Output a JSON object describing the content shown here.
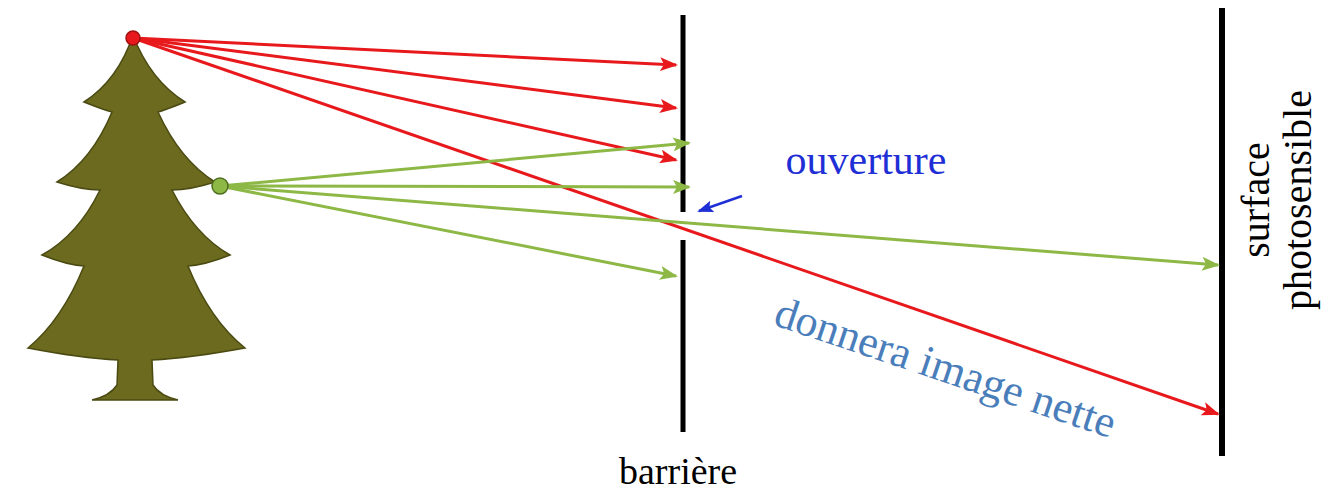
{
  "diagram": {
    "labels": [
      "ouverture",
      "donnera image nette",
      "barrière",
      "surface photosensible"
    ]
  }
}
